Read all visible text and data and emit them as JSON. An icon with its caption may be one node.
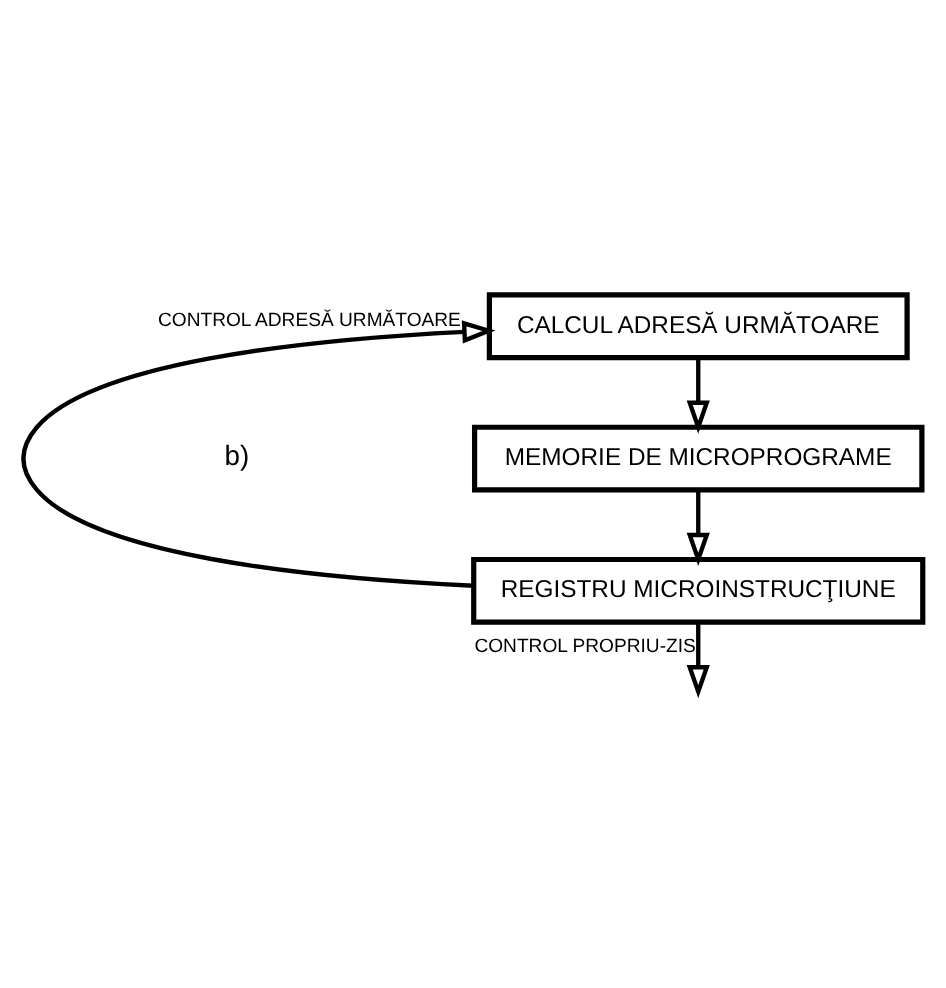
{
  "diagram": {
    "nodes": [
      {
        "text": [
          "CALCUL ADRESĂ URMĂTOARE"
        ]
      },
      {
        "text": [
          "MEMORIE DE MICROPROGRAME"
        ]
      },
      {
        "text": [
          "REGISTRU MICROINSTRUCŢIUNE"
        ]
      }
    ],
    "edges": [
      {
        "from": 0,
        "to": 1,
        "arrow": "to"
      },
      {
        "from": 1,
        "to": 2,
        "arrow": "to"
      },
      {
        "from": 2,
        "to": 0,
        "arrow": "to",
        "label": "CONTROL ADRESĂ URMĂTOARE"
      },
      {
        "from": 2,
        "to": null,
        "arrow": "to",
        "label": "CONTROL PROPRIU-ZIS"
      }
    ],
    "labels": [
      "b)"
    ]
  }
}
